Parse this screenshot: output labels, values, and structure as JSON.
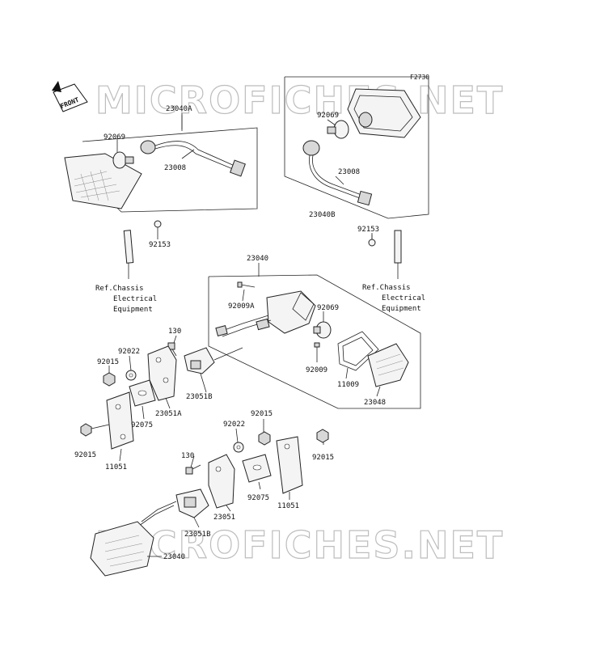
{
  "figure_code": "F2730",
  "front_label": "FRONT",
  "watermark": "MICROFICHES.NET",
  "ref_note": {
    "line1": "Ref.Chassis",
    "line2": "Electrical",
    "line3": "Equipment"
  },
  "parts": {
    "p_23040A": "23040A",
    "p_92069_a": "92069",
    "p_23008_a": "23008",
    "p_92153_a": "92153",
    "p_92069_b": "92069",
    "p_23008_b": "23008",
    "p_23040B": "23040B",
    "p_92153_b": "92153",
    "p_23040_top": "23040",
    "p_92009A": "92009A",
    "p_92069_c": "92069",
    "p_130_a": "130",
    "p_92022_a": "92022",
    "p_92015_a": "92015",
    "p_92009": "92009",
    "p_11009": "11009",
    "p_23051B_a": "23051B",
    "p_23048": "23048",
    "p_92075_a": "92075",
    "p_23051A": "23051A",
    "p_92015_b": "92015",
    "p_11051_a": "11051",
    "p_92015_c": "92015",
    "p_92022_b": "92022",
    "p_130_b": "130",
    "p_92015_d": "92015",
    "p_92075_b": "92075",
    "p_11051_b": "11051",
    "p_23051": "23051",
    "p_23051B_b": "23051B",
    "p_23040_bot": "23040"
  }
}
